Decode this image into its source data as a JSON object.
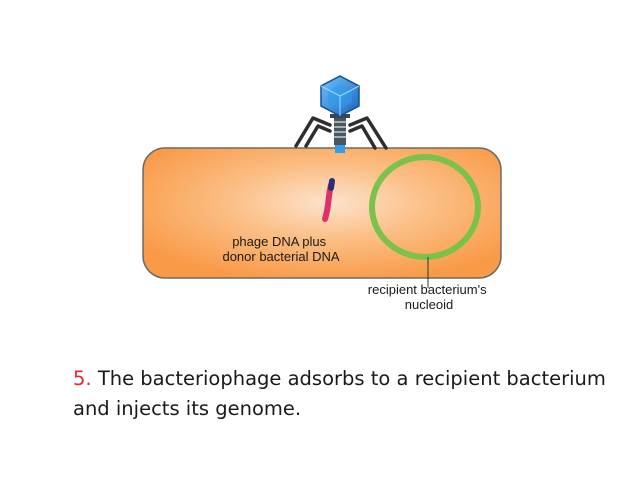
{
  "diagram": {
    "labels": {
      "phage_dna": [
        "phage DNA plus",
        "donor bacterial DNA"
      ],
      "nucleoid": [
        "recipient bacterium's",
        "nucleoid"
      ]
    },
    "colors": {
      "cell_fill": "#f99a47",
      "cell_highlight": "#fde3cc",
      "cell_outline": "#6b6b6b",
      "nucleoid": "#7bc24a",
      "phage_head": "#2f9df0",
      "phage_head_dark": "#1a63b8",
      "phage_tail": "#4a5560",
      "injected_dna": "#e0306a",
      "injected_dna_tip": "#2a2f7a",
      "caption_number": "#e8252b"
    },
    "icons": {
      "phage": "bacteriophage-icon"
    }
  },
  "caption": {
    "number": "5.",
    "text": "The bacteriophage adsorbs to a recipient bacterium and injects its genome."
  }
}
